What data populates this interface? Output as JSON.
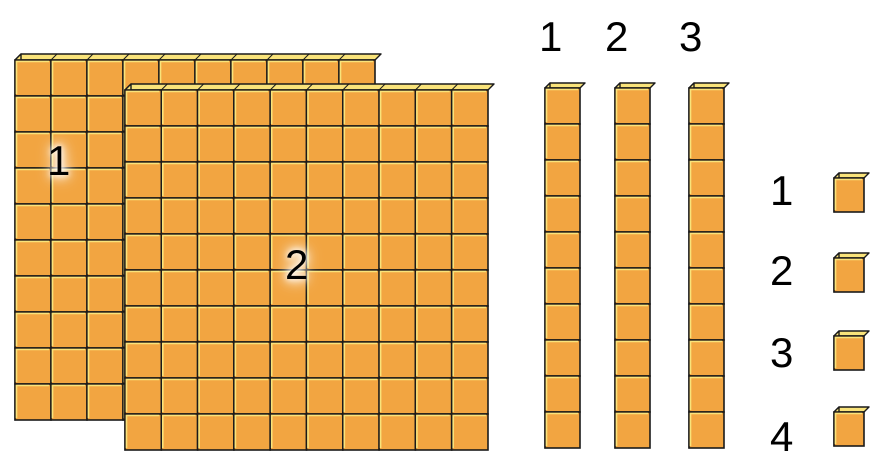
{
  "colors": {
    "block_fill": "#F2A541",
    "block_edge_light": "#F9E37A",
    "block_edge_dark": "#1a1a1a"
  },
  "flats": [
    {
      "label": "1"
    },
    {
      "label": "2"
    }
  ],
  "rods": [
    {
      "label": "1"
    },
    {
      "label": "2"
    },
    {
      "label": "3"
    }
  ],
  "units": [
    {
      "label": "1"
    },
    {
      "label": "2"
    },
    {
      "label": "3"
    },
    {
      "label": "4"
    }
  ]
}
